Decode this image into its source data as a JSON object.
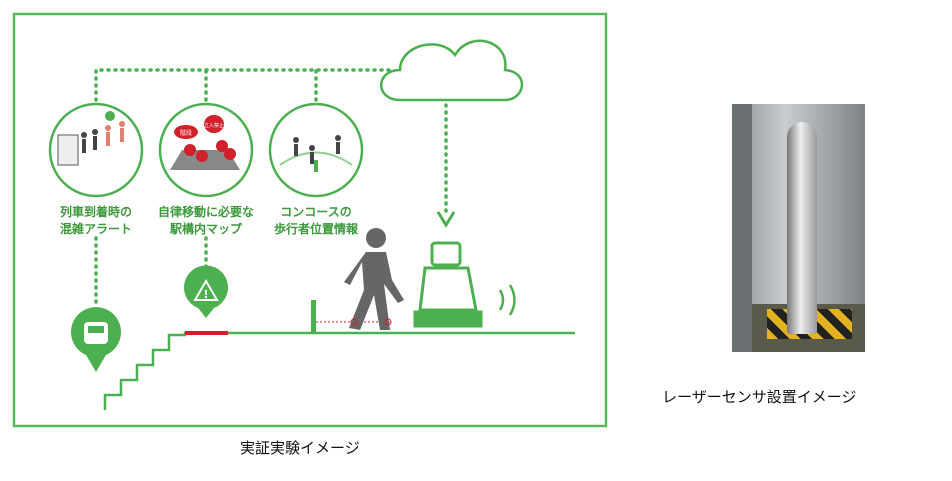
{
  "diagram": {
    "features": [
      {
        "label_line1": "列車到着時の",
        "label_line2": "混雑アラート"
      },
      {
        "label_line1": "自律移動に必要な",
        "label_line2": "駅構内マップ"
      },
      {
        "label_line1": "コンコースの",
        "label_line2": "歩行者位置情報"
      }
    ],
    "map_pins": [
      "階段",
      "立入禁止"
    ],
    "caption": "実証実験イメージ"
  },
  "photo": {
    "caption": "レーザーセンサ設置イメージ"
  },
  "colors": {
    "green": "#4caf50",
    "red": "#d0202a"
  }
}
